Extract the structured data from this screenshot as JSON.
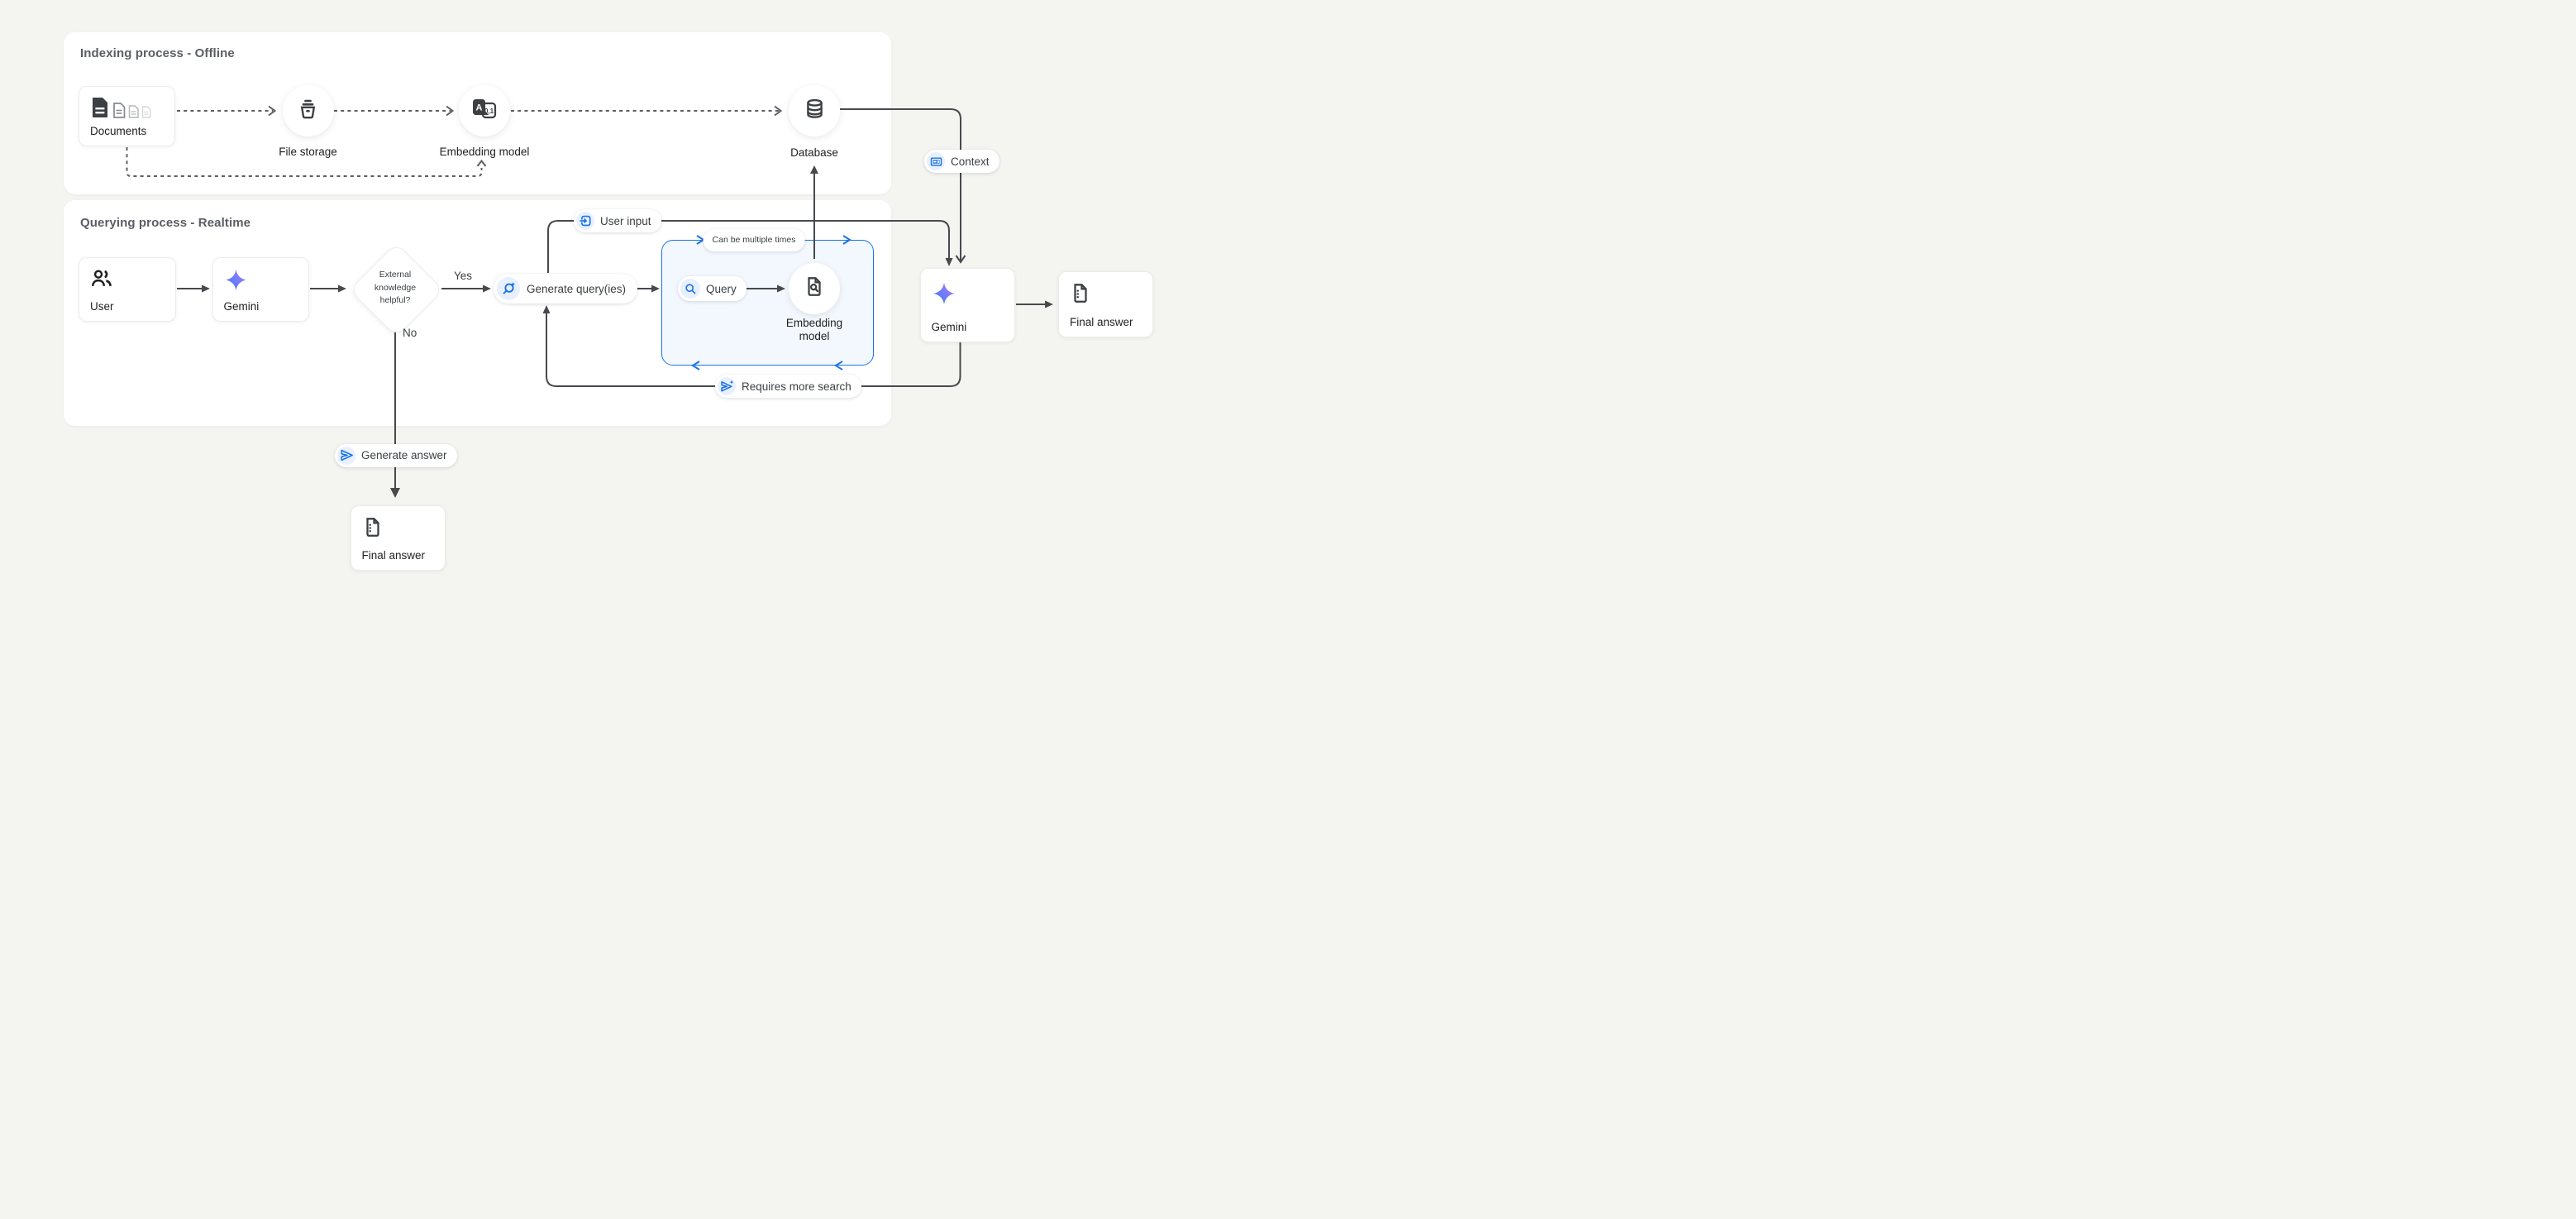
{
  "colors": {
    "page_bg": "#f4f4f1",
    "panel_bg": "#ffffff",
    "line_dark": "#47494d",
    "accent_blue": "#1a73e8",
    "badge_icon_bg": "#e8f0fe",
    "bluebox_bg": "#f3f8fe",
    "gemini_gradient": [
      "#2f7cf6",
      "#7b7bf6",
      "#a07df2"
    ]
  },
  "indexing": {
    "title": "Indexing process - Offline",
    "documents": "Documents",
    "file_storage": "File storage",
    "embedding_model": "Embedding model",
    "database": "Database"
  },
  "querying": {
    "title": "Querying process - Realtime",
    "user": "User",
    "gemini": "Gemini",
    "decision": "External knowledge helpful?",
    "yes": "Yes",
    "no": "No",
    "generate_queries": "Generate query(ies)",
    "loop_note": "Can be multiple times",
    "query": "Query",
    "embedding_model": "Embedding model",
    "gemini_final": "Gemini",
    "final_answer_right": "Final answer",
    "final_answer_bottom": "Final answer"
  },
  "badges": {
    "context": "Context",
    "user_input": "User input",
    "requires_more_search": "Requires more search",
    "generate_answer": "Generate answer"
  }
}
